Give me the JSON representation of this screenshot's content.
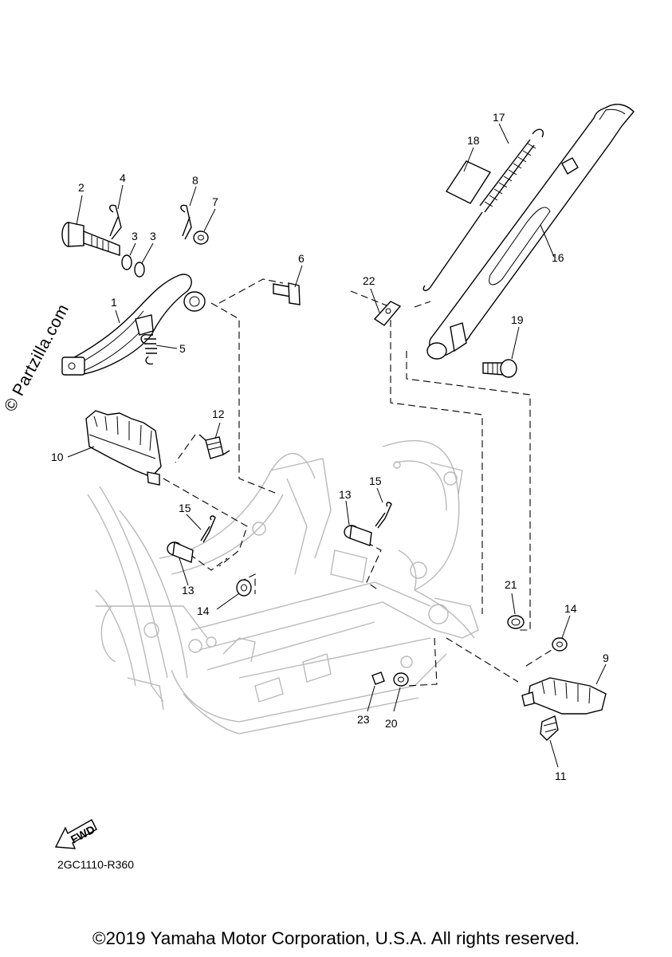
{
  "diagram": {
    "callouts": [
      "1",
      "2",
      "3",
      "3",
      "4",
      "5",
      "6",
      "7",
      "8",
      "9",
      "10",
      "11",
      "12",
      "13",
      "13",
      "14",
      "14",
      "15",
      "15",
      "16",
      "17",
      "18",
      "19",
      "20",
      "21",
      "22",
      "23"
    ],
    "fwd_label": "FWD",
    "diagram_code": "2GC1110-R360",
    "watermark": "© Partzilla.com",
    "copyright": "©2019 Yamaha Motor Corporation, U.S.A. All rights reserved."
  }
}
